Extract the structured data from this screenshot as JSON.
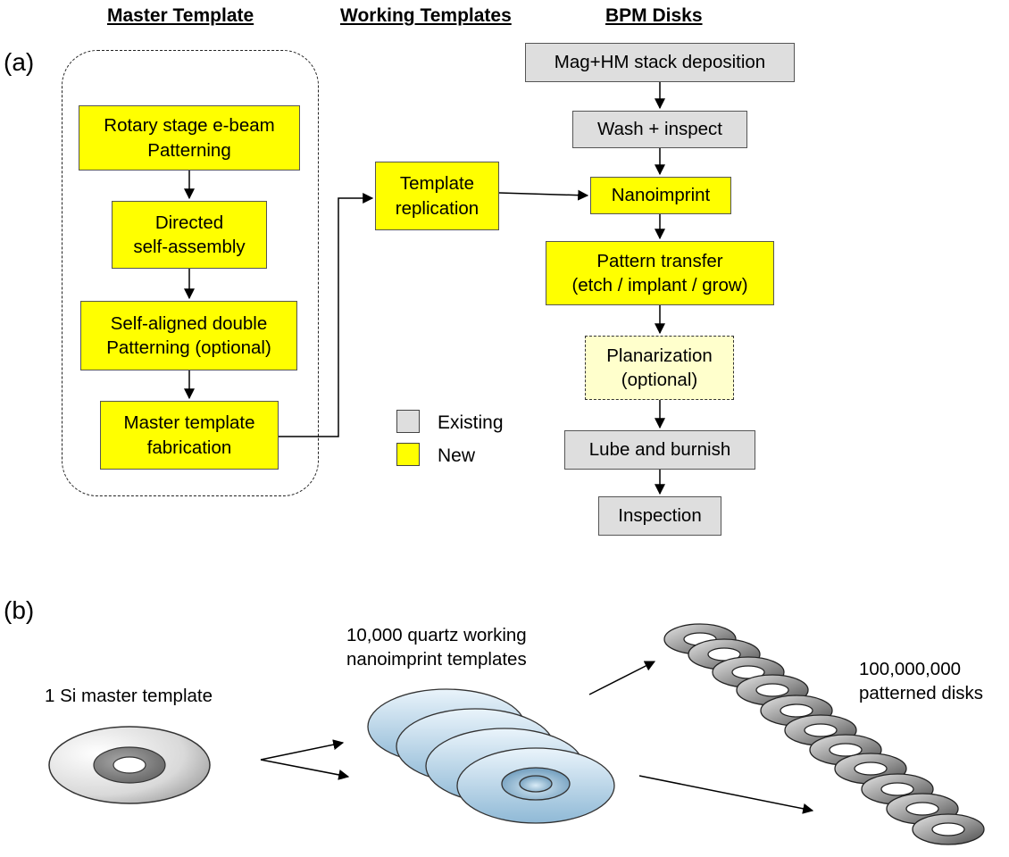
{
  "headers": {
    "master": "Master Template",
    "working": "Working Templates",
    "bpm": "BPM Disks"
  },
  "panel_labels": {
    "a": "(a)",
    "b": "(b)"
  },
  "master_flow": [
    {
      "text": "Rotary stage e-beam\nPatterning",
      "kind": "new"
    },
    {
      "text": "Directed\nself-assembly",
      "kind": "new"
    },
    {
      "text": "Self-aligned double\nPatterning (optional)",
      "kind": "new"
    },
    {
      "text": "Master template\nfabrication",
      "kind": "new"
    }
  ],
  "working_flow": [
    {
      "text": "Template\nreplication",
      "kind": "new"
    }
  ],
  "bpm_flow": [
    {
      "text": "Mag+HM stack deposition",
      "kind": "existing"
    },
    {
      "text": "Wash + inspect",
      "kind": "existing"
    },
    {
      "text": "Nanoimprint",
      "kind": "new"
    },
    {
      "text": "Pattern transfer\n(etch / implant / grow)",
      "kind": "new"
    },
    {
      "text": "Planarization\n(optional)",
      "kind": "optional"
    },
    {
      "text": "Lube and burnish",
      "kind": "existing"
    },
    {
      "text": "Inspection",
      "kind": "existing"
    }
  ],
  "legend": [
    {
      "label": "Existing",
      "color": "#dedede"
    },
    {
      "label": "New",
      "color": "#ffff00"
    }
  ],
  "colors": {
    "existing": "#dedede",
    "new": "#ffff00",
    "optional": "#ffffcc"
  },
  "panel_b": {
    "master_label": "1 Si master template",
    "working_label": "10,000 quartz working\nnanoimprint templates",
    "disks_label": "100,000,000\npatterned disks"
  }
}
